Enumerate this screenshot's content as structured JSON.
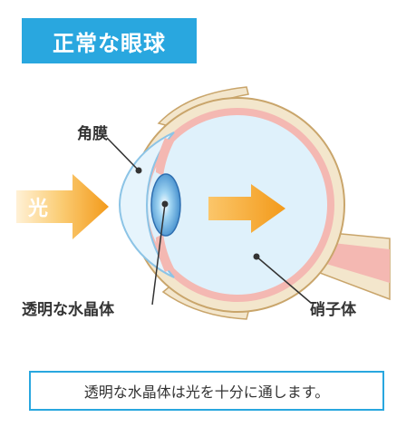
{
  "title": "正常な眼球",
  "labels": {
    "light": "光",
    "cornea": "角膜",
    "lens": "透明な水晶体",
    "vitreous": "硝子体"
  },
  "caption": "透明な水晶体は光を十分に通します。",
  "colors": {
    "accent": "#29a7df",
    "sclera": "#f3e6cc",
    "retina": "#f4b8b2",
    "vitreous": "#dff1fb",
    "arrow": "#f6a623",
    "text": "#333333"
  }
}
